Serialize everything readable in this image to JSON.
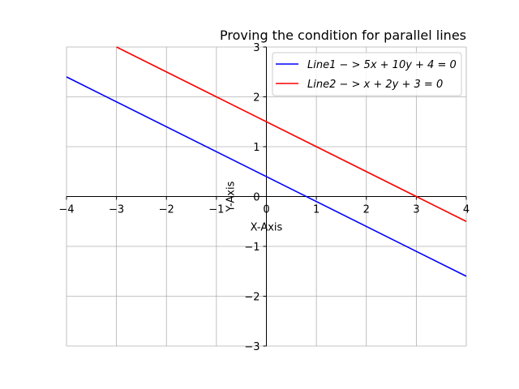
{
  "chart_data": {
    "type": "line",
    "title": "Proving the condition for parallel lines",
    "xlabel": "X-Axis",
    "ylabel": "Y-Axis",
    "xlim": [
      -4,
      4
    ],
    "ylim": [
      -3,
      3
    ],
    "xticks": [
      -4,
      -3,
      -2,
      -1,
      0,
      1,
      2,
      3,
      4
    ],
    "yticks": [
      -3,
      -2,
      -1,
      0,
      1,
      2,
      3
    ],
    "xtick_labels": [
      "−4",
      "−3",
      "−2",
      "−1",
      "0",
      "1",
      "2",
      "3",
      "4"
    ],
    "ytick_labels": [
      "−3",
      "−2",
      "−1",
      "0",
      "1",
      "2",
      "3"
    ],
    "grid": true,
    "legend_position": "top-right",
    "series": [
      {
        "name": "Line1 − > 5x + 10y + 4 = 0",
        "color": "#0000ff",
        "x": [
          -4,
          4
        ],
        "y": [
          2.4,
          -1.6
        ]
      },
      {
        "name": "Line2 − > x + 2y + 3 = 0",
        "color": "#ff0000",
        "x": [
          -3,
          4
        ],
        "y": [
          3.0,
          -0.5
        ]
      }
    ]
  }
}
